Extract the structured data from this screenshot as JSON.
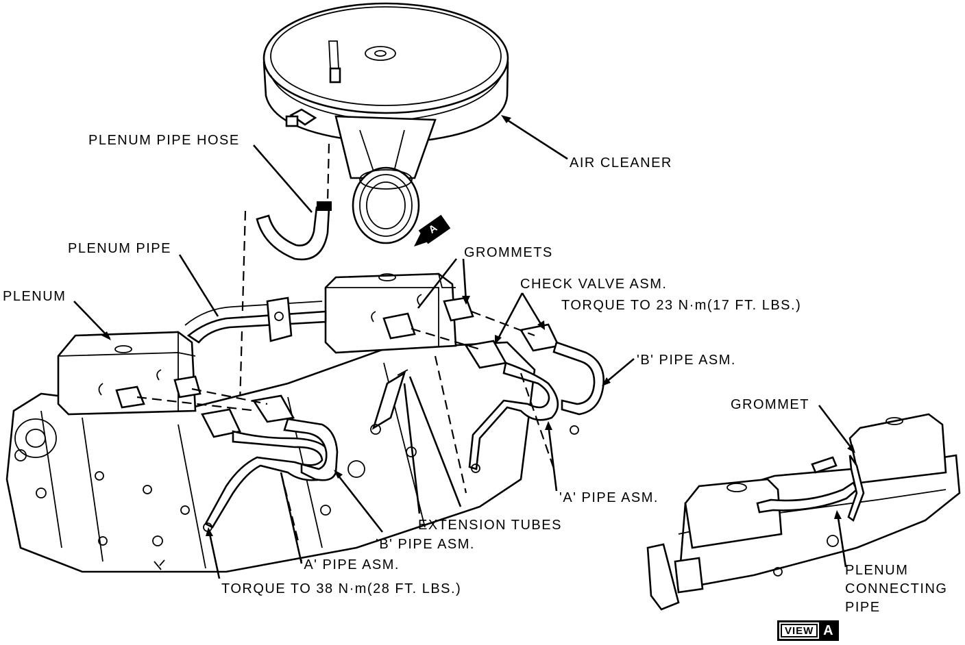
{
  "labels": {
    "air_cleaner": "AIR CLEANER",
    "plenum_pipe_hose": "PLENUM PIPE HOSE",
    "plenum_pipe": "PLENUM PIPE",
    "plenum": "PLENUM",
    "grommets": "GROMMETS",
    "check_valve_asm": "CHECK VALVE ASM.",
    "torque_23": "TORQUE TO 23 N·m(17 FT. LBS.)",
    "b_pipe_asm_right": "'B' PIPE ASM.",
    "a_pipe_asm_right": "'A' PIPE ASM.",
    "extension_tubes": "EXTENSION TUBES",
    "b_pipe_asm_center": "'B' PIPE ASM.",
    "a_pipe_asm_center": "'A' PIPE ASM.",
    "torque_38": "TORQUE TO 38 N·m(28 FT. LBS.)",
    "grommet": "GROMMET",
    "plenum_connecting_pipe_1": "PLENUM",
    "plenum_connecting_pipe_2": "CONNECTING",
    "plenum_connecting_pipe_3": "PIPE"
  },
  "view_badge": {
    "word": "VIEW",
    "letter": "A"
  },
  "view_marker": {
    "letter": "A"
  }
}
